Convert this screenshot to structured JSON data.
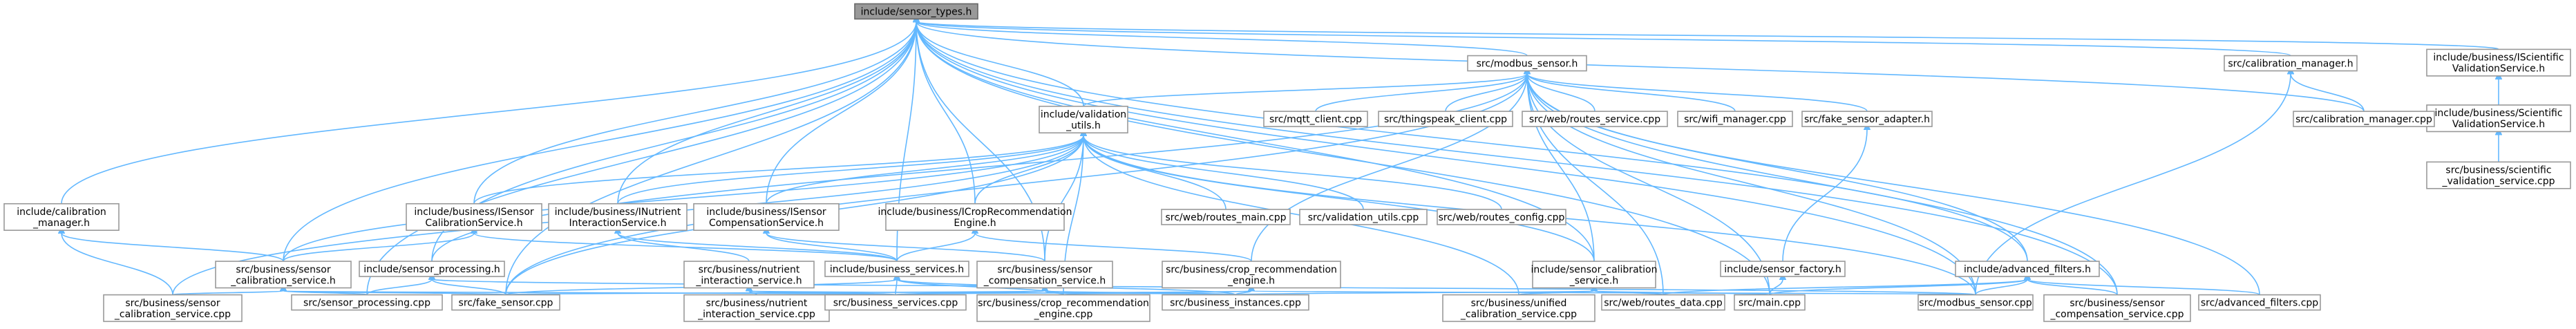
{
  "graph": {
    "accent_color": "#63b8ff",
    "nodes": [
      {
        "id": "root",
        "lines": [
          "include/sensor_types.h"
        ],
        "root": true
      },
      {
        "id": "modbus_h",
        "lines": [
          "src/modbus_sensor.h"
        ]
      },
      {
        "id": "calib_mgr_src_h",
        "lines": [
          "src/calibration_manager.h"
        ]
      },
      {
        "id": "isci_h",
        "lines": [
          "include/business/IScientific",
          "ValidationService.h"
        ]
      },
      {
        "id": "sci_h",
        "lines": [
          "include/business/Scientific",
          "ValidationService.h"
        ]
      },
      {
        "id": "sci_cpp",
        "lines": [
          "src/business/scientific",
          "_validation_service.cpp"
        ]
      },
      {
        "id": "val_h",
        "lines": [
          "include/validation",
          "_utils.h"
        ]
      },
      {
        "id": "mqtt",
        "lines": [
          "src/mqtt_client.cpp"
        ]
      },
      {
        "id": "ts",
        "lines": [
          "src/thingspeak_client.cpp"
        ]
      },
      {
        "id": "wrs",
        "lines": [
          "src/web/routes_service.cpp"
        ]
      },
      {
        "id": "wifi",
        "lines": [
          "src/wifi_manager.cpp"
        ]
      },
      {
        "id": "fsa_h",
        "lines": [
          "src/fake_sensor_adapter.h"
        ]
      },
      {
        "id": "calib_mgr_cpp",
        "lines": [
          "src/calibration_manager.cpp"
        ]
      },
      {
        "id": "calib_inc_h",
        "lines": [
          "include/calibration",
          "_manager.h"
        ]
      },
      {
        "id": "isc_h",
        "lines": [
          "include/business/ISensor",
          "CalibrationService.h"
        ]
      },
      {
        "id": "ini_h",
        "lines": [
          "include/business/INutrient",
          "InteractionService.h"
        ]
      },
      {
        "id": "iscomp_h",
        "lines": [
          "include/business/ISensor",
          "CompensationService.h"
        ]
      },
      {
        "id": "icr_h",
        "lines": [
          "include/business/ICropRecommendation",
          "Engine.h"
        ]
      },
      {
        "id": "wrm",
        "lines": [
          "src/web/routes_main.cpp"
        ]
      },
      {
        "id": "vuc",
        "lines": [
          "src/validation_utils.cpp"
        ]
      },
      {
        "id": "wrc",
        "lines": [
          "src/web/routes_config.cpp"
        ]
      },
      {
        "id": "af_h",
        "lines": [
          "include/advanced_filters.h"
        ]
      },
      {
        "id": "bsc_h",
        "lines": [
          "src/business/sensor",
          "_calibration_service.h"
        ]
      },
      {
        "id": "sp_h",
        "lines": [
          "include/sensor_processing.h"
        ]
      },
      {
        "id": "ni_h",
        "lines": [
          "src/business/nutrient",
          "_interaction_service.h"
        ]
      },
      {
        "id": "bs_h",
        "lines": [
          "include/business_services.h"
        ]
      },
      {
        "id": "scomp_h",
        "lines": [
          "src/business/sensor",
          "_compensation_service.h"
        ]
      },
      {
        "id": "cre_h",
        "lines": [
          "src/business/crop_recommendation",
          "_engine.h"
        ]
      },
      {
        "id": "scs_h",
        "lines": [
          "include/sensor_calibration",
          "_service.h"
        ]
      },
      {
        "id": "sf_h",
        "lines": [
          "include/sensor_factory.h"
        ]
      },
      {
        "id": "bsc_cpp",
        "lines": [
          "src/business/sensor",
          "_calibration_service.cpp"
        ]
      },
      {
        "id": "sp_cpp",
        "lines": [
          "src/sensor_processing.cpp"
        ]
      },
      {
        "id": "fs_cpp",
        "lines": [
          "src/fake_sensor.cpp"
        ]
      },
      {
        "id": "ni_cpp",
        "lines": [
          "src/business/nutrient",
          "_interaction_service.cpp"
        ]
      },
      {
        "id": "bs_cpp",
        "lines": [
          "src/business_services.cpp"
        ]
      },
      {
        "id": "cre_cpp",
        "lines": [
          "src/business/crop_recommendation",
          "_engine.cpp"
        ]
      },
      {
        "id": "bi_cpp",
        "lines": [
          "src/business_instances.cpp"
        ]
      },
      {
        "id": "ucs_cpp",
        "lines": [
          "src/business/unified",
          "_calibration_service.cpp"
        ]
      },
      {
        "id": "wrd",
        "lines": [
          "src/web/routes_data.cpp"
        ]
      },
      {
        "id": "main",
        "lines": [
          "src/main.cpp"
        ]
      },
      {
        "id": "ms_cpp",
        "lines": [
          "src/modbus_sensor.cpp"
        ]
      },
      {
        "id": "scomp_cpp",
        "lines": [
          "src/business/sensor",
          "_compensation_service.cpp"
        ]
      },
      {
        "id": "af_cpp",
        "lines": [
          "src/advanced_filters.cpp"
        ]
      }
    ],
    "edges": [
      [
        "root",
        "modbus_h"
      ],
      [
        "root",
        "calib_mgr_src_h"
      ],
      [
        "root",
        "isci_h"
      ],
      [
        "root",
        "calib_inc_h"
      ],
      [
        "root",
        "isc_h"
      ],
      [
        "root",
        "ini_h"
      ],
      [
        "root",
        "iscomp_h"
      ],
      [
        "root",
        "icr_h"
      ],
      [
        "root",
        "val_h"
      ],
      [
        "root",
        "bsc_h"
      ],
      [
        "root",
        "sp_h"
      ],
      [
        "root",
        "bs_h"
      ],
      [
        "root",
        "scomp_h"
      ],
      [
        "root",
        "fs_cpp"
      ],
      [
        "root",
        "sp_cpp"
      ],
      [
        "root",
        "ms_cpp"
      ],
      [
        "root",
        "main"
      ],
      [
        "root",
        "calib_mgr_cpp"
      ],
      [
        "root",
        "scomp_cpp"
      ],
      [
        "root",
        "scs_h"
      ],
      [
        "root",
        "af_h"
      ],
      [
        "isci_h",
        "sci_h"
      ],
      [
        "sci_h",
        "sci_cpp"
      ],
      [
        "calib_mgr_src_h",
        "calib_mgr_cpp"
      ],
      [
        "calib_mgr_src_h",
        "ms_cpp"
      ],
      [
        "modbus_h",
        "val_h"
      ],
      [
        "modbus_h",
        "mqtt"
      ],
      [
        "modbus_h",
        "ts"
      ],
      [
        "modbus_h",
        "wrs"
      ],
      [
        "modbus_h",
        "wifi"
      ],
      [
        "modbus_h",
        "fsa_h"
      ],
      [
        "modbus_h",
        "af_h"
      ],
      [
        "modbus_h",
        "scs_h"
      ],
      [
        "modbus_h",
        "cre_h"
      ],
      [
        "modbus_h",
        "wrd"
      ],
      [
        "modbus_h",
        "main"
      ],
      [
        "modbus_h",
        "ms_cpp"
      ],
      [
        "modbus_h",
        "scomp_cpp"
      ],
      [
        "modbus_h",
        "af_cpp"
      ],
      [
        "modbus_h",
        "sp_h"
      ],
      [
        "modbus_h",
        "fs_cpp"
      ],
      [
        "val_h",
        "isc_h"
      ],
      [
        "val_h",
        "ini_h"
      ],
      [
        "val_h",
        "iscomp_h"
      ],
      [
        "val_h",
        "icr_h"
      ],
      [
        "val_h",
        "wrm"
      ],
      [
        "val_h",
        "vuc"
      ],
      [
        "val_h",
        "wrc"
      ],
      [
        "val_h",
        "scomp_h"
      ],
      [
        "val_h",
        "cre_cpp"
      ],
      [
        "val_h",
        "bsc_h"
      ],
      [
        "val_h",
        "ms_cpp"
      ],
      [
        "val_h",
        "ucs_cpp"
      ],
      [
        "val_h",
        "bsc_cpp"
      ],
      [
        "val_h",
        "scs_h"
      ],
      [
        "val_h",
        "fs_cpp"
      ],
      [
        "fsa_h",
        "sf_h"
      ],
      [
        "sf_h",
        "main"
      ],
      [
        "calib_inc_h",
        "bsc_h"
      ],
      [
        "calib_inc_h",
        "bsc_cpp"
      ],
      [
        "isc_h",
        "bsc_h"
      ],
      [
        "isc_h",
        "bs_h"
      ],
      [
        "ini_h",
        "ni_h"
      ],
      [
        "ini_h",
        "bs_h"
      ],
      [
        "iscomp_h",
        "scomp_h"
      ],
      [
        "iscomp_h",
        "bs_h"
      ],
      [
        "icr_h",
        "bs_h"
      ],
      [
        "icr_h",
        "cre_h"
      ],
      [
        "af_h",
        "ms_cpp"
      ],
      [
        "af_h",
        "wrd"
      ],
      [
        "af_h",
        "main"
      ],
      [
        "af_h",
        "af_cpp"
      ],
      [
        "af_h",
        "scomp_cpp"
      ],
      [
        "bsc_h",
        "bsc_cpp"
      ],
      [
        "bsc_h",
        "sp_cpp"
      ],
      [
        "bsc_h",
        "fs_cpp"
      ],
      [
        "bsc_h",
        "bs_cpp"
      ],
      [
        "sp_h",
        "sp_cpp"
      ],
      [
        "sp_h",
        "fs_cpp"
      ],
      [
        "sp_h",
        "ms_cpp"
      ],
      [
        "ni_h",
        "ni_cpp"
      ],
      [
        "ni_h",
        "bs_cpp"
      ],
      [
        "ni_h",
        "bi_cpp"
      ],
      [
        "bs_h",
        "bs_cpp"
      ],
      [
        "bs_h",
        "bi_cpp"
      ],
      [
        "bs_h",
        "cre_cpp"
      ],
      [
        "bs_h",
        "fs_cpp"
      ],
      [
        "scomp_h",
        "bs_cpp"
      ],
      [
        "scomp_h",
        "cre_cpp"
      ],
      [
        "scomp_h",
        "bi_cpp"
      ],
      [
        "scomp_h",
        "fs_cpp"
      ],
      [
        "cre_h",
        "cre_cpp"
      ],
      [
        "cre_h",
        "bi_cpp"
      ],
      [
        "cre_h",
        "bs_cpp"
      ],
      [
        "cre_h",
        "ms_cpp"
      ],
      [
        "scs_h",
        "ucs_cpp"
      ],
      [
        "scs_h",
        "wrd"
      ],
      [
        "scs_h",
        "main"
      ],
      [
        "scs_h",
        "bi_cpp"
      ]
    ]
  }
}
